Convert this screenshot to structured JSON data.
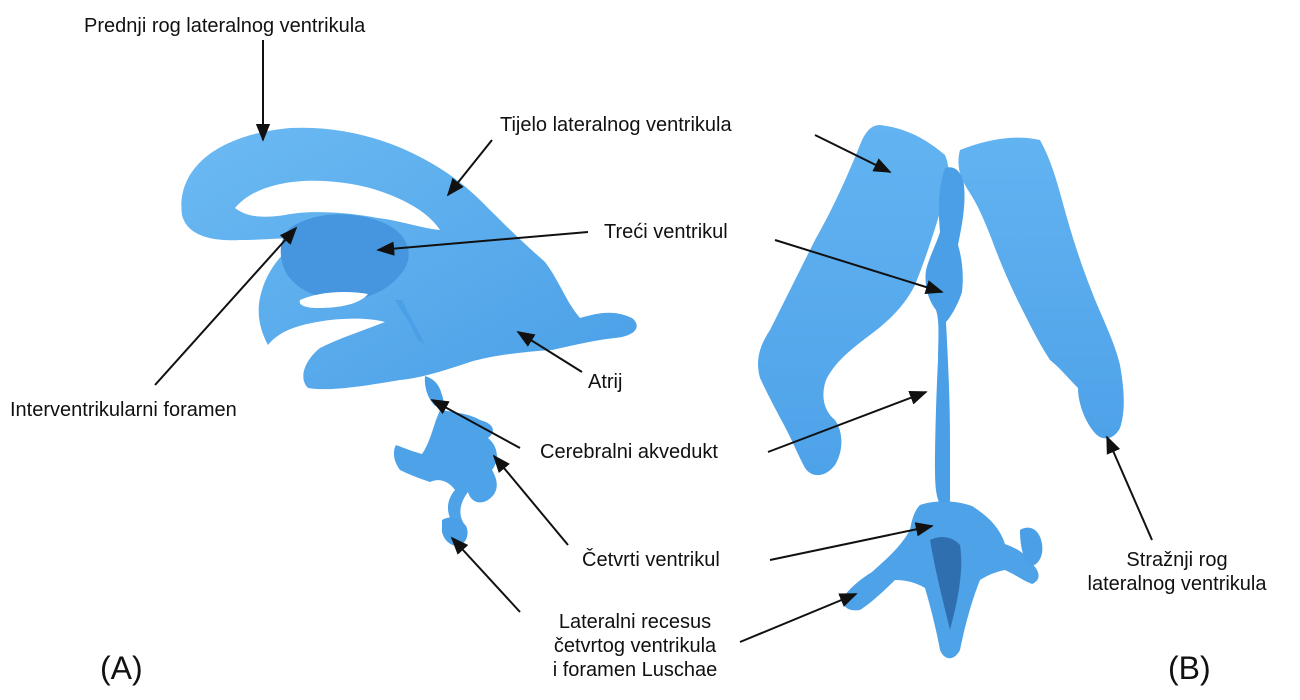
{
  "colors": {
    "ventricle": "#5aaef0",
    "ventricle_dark": "#3d8fd8",
    "ventricle_shade": "#2f78c0",
    "arrow": "#111111"
  },
  "labels": {
    "prednji_rog": "Prednji rog lateralnog ventrikula",
    "tijelo": "Tijelo lateralnog ventrikula",
    "treci": "Treći ventrikul",
    "interventrikularni": "Interventrikularni foramen",
    "atrij": "Atrij",
    "akvedukt": "Cerebralni akvedukt",
    "cetvrti": "Četvrti ventrikul",
    "recesus_line1": "Lateralni recesus",
    "recesus_line2": "četvrtog ventrikula",
    "recesus_line3": "i foramen Luschae",
    "straznji_line1": "Stražnji rog",
    "straznji_line2": "lateralnog ventrikula"
  },
  "panels": {
    "a": "(A)",
    "b": "(B)"
  }
}
